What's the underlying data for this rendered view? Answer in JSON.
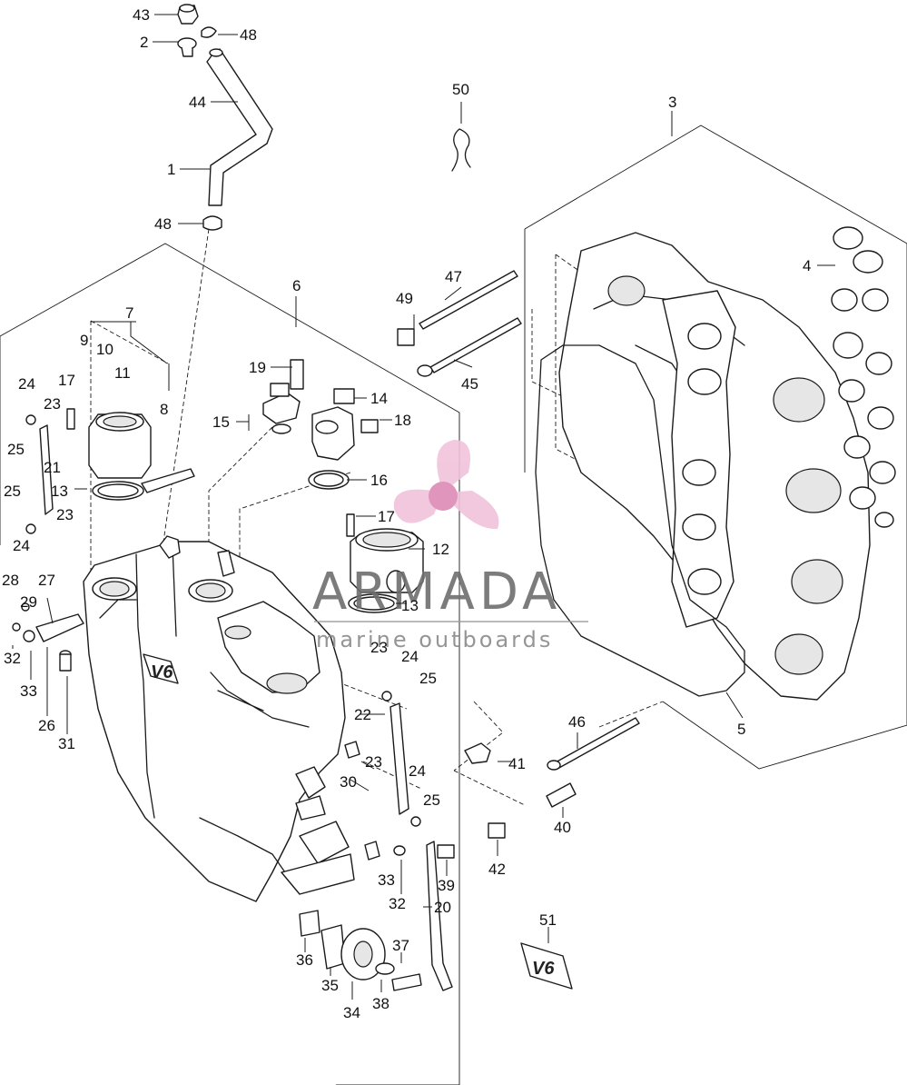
{
  "callouts": [
    {
      "id": "c43",
      "label": "43"
    },
    {
      "id": "c2",
      "label": "2"
    },
    {
      "id": "c48a",
      "label": "48"
    },
    {
      "id": "c44",
      "label": "44"
    },
    {
      "id": "c1",
      "label": "1"
    },
    {
      "id": "c48b",
      "label": "48"
    },
    {
      "id": "c50",
      "label": "50"
    },
    {
      "id": "c3",
      "label": "3"
    },
    {
      "id": "c4",
      "label": "4"
    },
    {
      "id": "c6",
      "label": "6"
    },
    {
      "id": "c7",
      "label": "7"
    },
    {
      "id": "c9",
      "label": "9"
    },
    {
      "id": "c10",
      "label": "10"
    },
    {
      "id": "c11",
      "label": "11"
    },
    {
      "id": "c8",
      "label": "8"
    },
    {
      "id": "c17a",
      "label": "17"
    },
    {
      "id": "c24a",
      "label": "24"
    },
    {
      "id": "c23a",
      "label": "23"
    },
    {
      "id": "c25a",
      "label": "25"
    },
    {
      "id": "c21",
      "label": "21"
    },
    {
      "id": "c13a",
      "label": "13"
    },
    {
      "id": "c25b",
      "label": "25"
    },
    {
      "id": "c23b",
      "label": "23"
    },
    {
      "id": "c24b",
      "label": "24"
    },
    {
      "id": "c19",
      "label": "19"
    },
    {
      "id": "c14",
      "label": "14"
    },
    {
      "id": "c15",
      "label": "15"
    },
    {
      "id": "c18",
      "label": "18"
    },
    {
      "id": "c16",
      "label": "16"
    },
    {
      "id": "c17b",
      "label": "17"
    },
    {
      "id": "c12",
      "label": "12"
    },
    {
      "id": "c13b",
      "label": "13"
    },
    {
      "id": "c49",
      "label": "49"
    },
    {
      "id": "c47",
      "label": "47"
    },
    {
      "id": "c45",
      "label": "45"
    },
    {
      "id": "c28",
      "label": "28"
    },
    {
      "id": "c27",
      "label": "27"
    },
    {
      "id": "c29",
      "label": "29"
    },
    {
      "id": "c32a",
      "label": "32"
    },
    {
      "id": "c33a",
      "label": "33"
    },
    {
      "id": "c26",
      "label": "26"
    },
    {
      "id": "c31",
      "label": "31"
    },
    {
      "id": "c23c",
      "label": "23"
    },
    {
      "id": "c24c",
      "label": "24"
    },
    {
      "id": "c25c",
      "label": "25"
    },
    {
      "id": "c22",
      "label": "22"
    },
    {
      "id": "c23d",
      "label": "23"
    },
    {
      "id": "c30",
      "label": "30"
    },
    {
      "id": "c24d",
      "label": "24"
    },
    {
      "id": "c25d",
      "label": "25"
    },
    {
      "id": "c41",
      "label": "41"
    },
    {
      "id": "c5",
      "label": "5"
    },
    {
      "id": "c46",
      "label": "46"
    },
    {
      "id": "c40",
      "label": "40"
    },
    {
      "id": "c42",
      "label": "42"
    },
    {
      "id": "c33b",
      "label": "33"
    },
    {
      "id": "c39",
      "label": "39"
    },
    {
      "id": "c32b",
      "label": "32"
    },
    {
      "id": "c20",
      "label": "20"
    },
    {
      "id": "c51",
      "label": "51"
    },
    {
      "id": "c37",
      "label": "37"
    },
    {
      "id": "c36",
      "label": "36"
    },
    {
      "id": "c35",
      "label": "35"
    },
    {
      "id": "c34",
      "label": "34"
    },
    {
      "id": "c38",
      "label": "38"
    }
  ],
  "watermark": {
    "title": "ARMADA",
    "subtitle": "marine outboards"
  },
  "v6_badge": "V6",
  "colors": {
    "line": "#1a1a1a",
    "watermark_text": "#6e6e6e",
    "watermark_logo": "#e8a6c8",
    "watermark_logo_hub": "#dd8ab5"
  }
}
